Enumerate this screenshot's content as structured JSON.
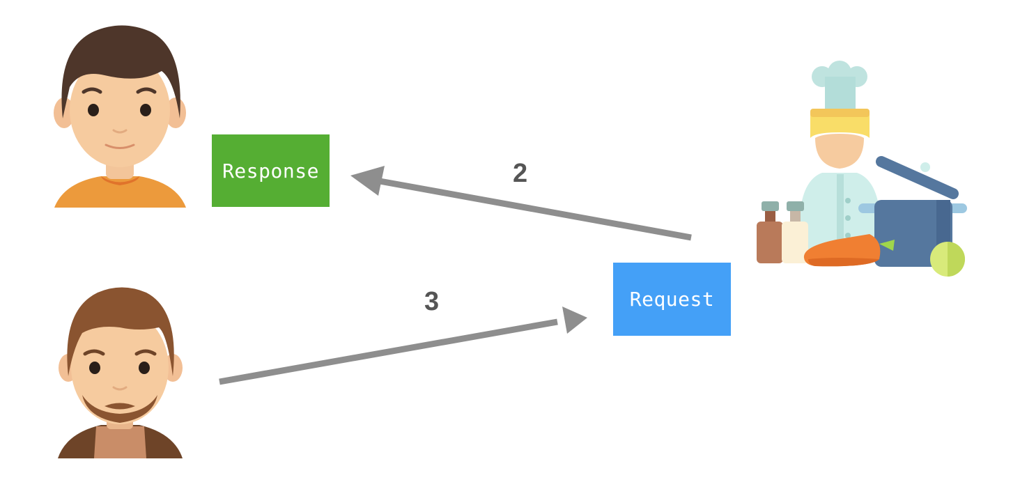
{
  "boxes": {
    "response": "Response",
    "request": "Request"
  },
  "steps": {
    "step_2": "2",
    "step_3": "3"
  },
  "colors": {
    "response_box": "#55ae33",
    "request_box": "#44a0f7",
    "arrow": "#8e8e8e",
    "step_label": "#555555"
  },
  "icons": [
    "customer-man-icon",
    "customer-bearded-man-icon",
    "chef-cooking-icon"
  ]
}
